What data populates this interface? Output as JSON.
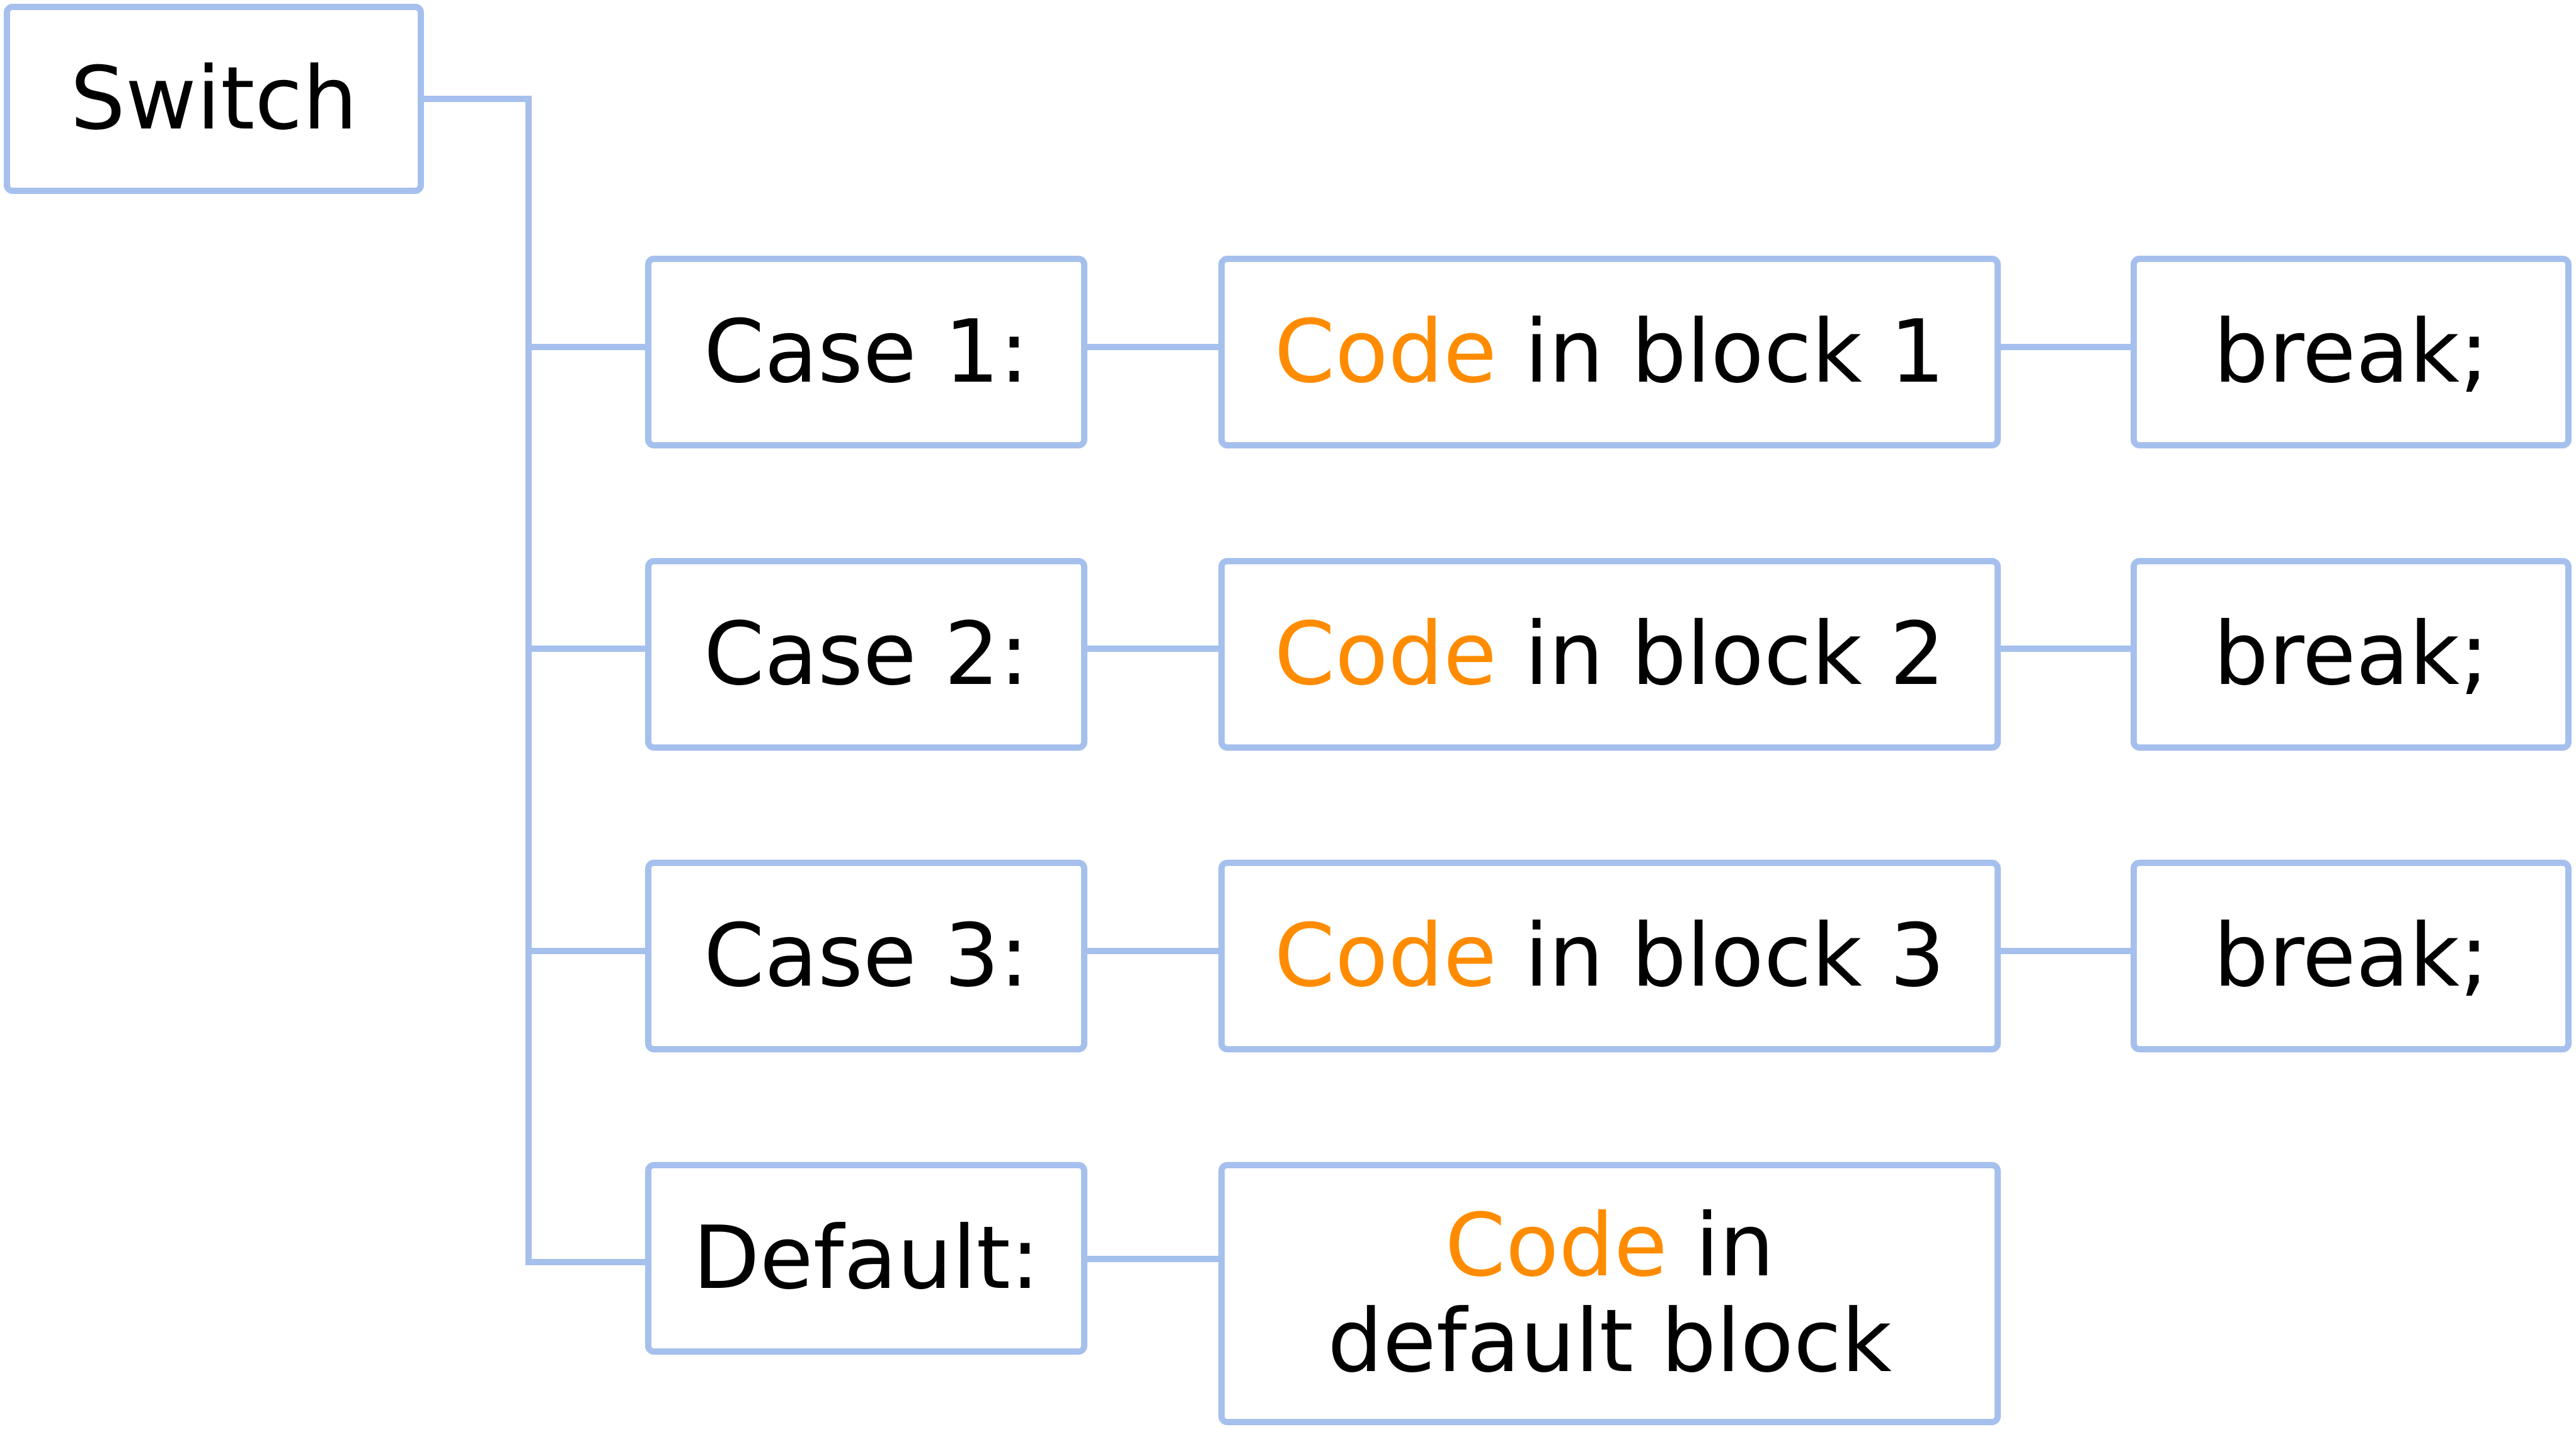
{
  "switch": {
    "label": "Switch"
  },
  "cases": [
    {
      "label": "Case 1:",
      "code_keyword": "Code",
      "code_rest": " in block 1",
      "end": "break;"
    },
    {
      "label": "Case 2:",
      "code_keyword": "Code",
      "code_rest": " in block 2",
      "end": "break;"
    },
    {
      "label": "Case 3:",
      "code_keyword": "Code",
      "code_rest": " in block 3",
      "end": "break;"
    }
  ],
  "default_case": {
    "label": "Default:",
    "code_keyword": "Code",
    "code_rest": " in default block"
  },
  "colors": {
    "border": "#a6c0ee",
    "keyword": "#ff8c00",
    "text": "#000000"
  }
}
